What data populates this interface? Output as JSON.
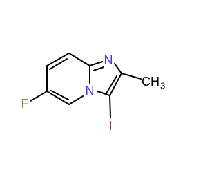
{
  "molecule": {
    "atoms": {
      "n_imidazole": {
        "symbol": "N",
        "color": "#3333ff"
      },
      "n_bridge": {
        "symbol": "N",
        "color": "#3333ff"
      },
      "fluorine": {
        "symbol": "F",
        "color": "#669933"
      },
      "iodine": {
        "symbol": "I",
        "color": "#990099"
      },
      "methyl": {
        "symbol": "CH",
        "subscript": "3",
        "color": "#000000"
      }
    },
    "bond_color": "#000000"
  }
}
